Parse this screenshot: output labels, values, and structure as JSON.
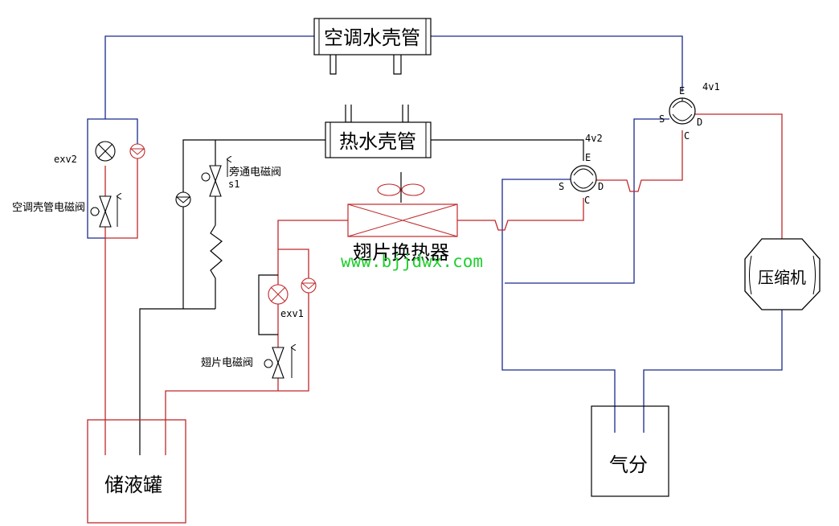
{
  "components": {
    "ac_shell_tube": "空调水壳管",
    "hot_water_shell_tube": "热水壳管",
    "fin_exchanger": "翅片换热器",
    "compressor": "压缩机",
    "liquid_tank": "储液罐",
    "gas_separator": "气分"
  },
  "valves": {
    "exv2": "exv2",
    "exv1": "exv1",
    "four_way_1": "4v1",
    "four_way_2": "4v2",
    "ac_solenoid": "空调壳管电磁阀",
    "fin_solenoid": "翅片电磁阀",
    "bypass_solenoid": "旁通电磁阀",
    "bypass_id": "s1"
  },
  "ports": {
    "e": "E",
    "s": "S",
    "c": "C",
    "d": "D"
  },
  "watermark": "www.bjjdwx.com",
  "colors": {
    "blue": "#1a2a8c",
    "red": "#c0282a",
    "black": "#000000",
    "watermark": "#1fcf2f"
  }
}
